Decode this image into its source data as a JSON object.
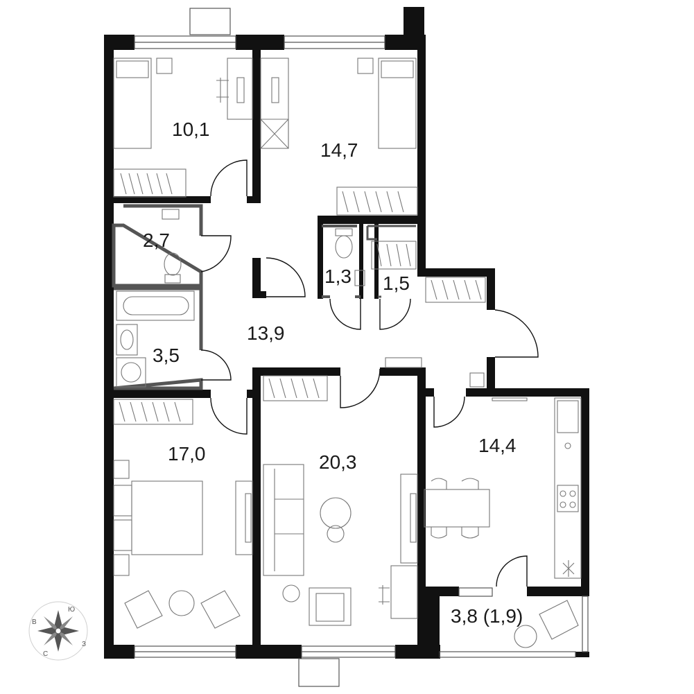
{
  "floor_plan": {
    "rooms": [
      {
        "id": "bedroom-1",
        "area_label": "10,1"
      },
      {
        "id": "bedroom-2",
        "area_label": "14,7"
      },
      {
        "id": "wc-1",
        "area_label": "2,7"
      },
      {
        "id": "wc-2",
        "area_label": "1,3"
      },
      {
        "id": "storage",
        "area_label": "1,5"
      },
      {
        "id": "bathroom",
        "area_label": "3,5"
      },
      {
        "id": "hall",
        "area_label": "13,9"
      },
      {
        "id": "bedroom-3",
        "area_label": "17,0"
      },
      {
        "id": "living-room",
        "area_label": "20,3"
      },
      {
        "id": "kitchen",
        "area_label": "14,4"
      },
      {
        "id": "balcony",
        "area_label": "3,8 (1,9)"
      }
    ],
    "compass": {
      "top_right": "Ю",
      "left": "В",
      "bottom_left": "С",
      "right": "З"
    },
    "colors": {
      "wall": "#111111",
      "line": "#555555",
      "background": "#ffffff"
    }
  }
}
